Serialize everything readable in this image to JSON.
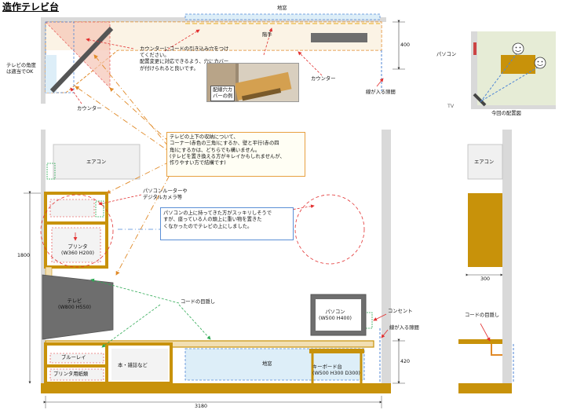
{
  "title": "造作テレビ台",
  "top_view": {
    "label_wall": "地窓",
    "label_handrail": "階手",
    "label_counter_right": "カウンター",
    "label_counter_left": "カウンター",
    "label_cable_hole": "線が入る隙間",
    "label_depth": "400",
    "label_tv_corner": "テレビの角度\nは適当でOK",
    "note_hole": "カウンターにコードの引き込み穴をつけ\nてください。\n配置変更に対応できるよう、穴にカバー\nが付けられると良いです。",
    "photo_caption": "配線穴カ\nバーの例"
  },
  "front_view": {
    "note_main": "テレビの上下の収納について、\nコーナー(赤色の三角)にするか、壁と平行(赤の四\n角)にするかは、どちらでも構いません。\n(テレビを置き換える方がキレイかもしれませんが、\n作りやすい方で結構です)",
    "note_pc": "パソコンの上に持ってきた方がスッキリしそうで\nすが、座っている人の頭上に重い物を置きた\nくなかったのでテレビの上にしました。",
    "label_aircon": "エアコン",
    "label_router": "パソコンルーターや\nデジタルカメラ等",
    "label_printer": "プリンタ\n(W360 H200)",
    "label_tv": "テレビ\n(W800 H550)",
    "label_pc": "パソコン\n(W500 H400)",
    "label_outlet": "コンセント",
    "label_cable_gap": "線が入る隙間",
    "label_cable_hide": "コードの目隠し",
    "label_bluray": "ブルーレイ",
    "label_printer_paper": "プリンタ用紙類",
    "label_books": "本・雑誌など",
    "label_window": "地窓",
    "label_keyboard": "キーボード台\n(W500 H300 D300)",
    "dim_height": "1800",
    "dim_counter": "420",
    "dim_width": "3180"
  },
  "layout_plan": {
    "label_pc": "パソコン",
    "label_tv": "TV",
    "caption": "今回の配置図"
  },
  "side_view": {
    "label_aircon": "エアコン",
    "dim_depth": "300",
    "label_cable_hide": "コードの目隠し"
  },
  "colors": {
    "wood": "#c8920a",
    "wood_dark": "#b07d05",
    "counter_light": "#f2dfb3",
    "wall_gray": "#d9d9d9",
    "glass_blue": "#ddeef8",
    "gray_box": "#6e6e6e",
    "orange_line": "#e08a28",
    "blue_line": "#4f86d6",
    "red_line": "#e23030",
    "green_line": "#2faa55"
  }
}
